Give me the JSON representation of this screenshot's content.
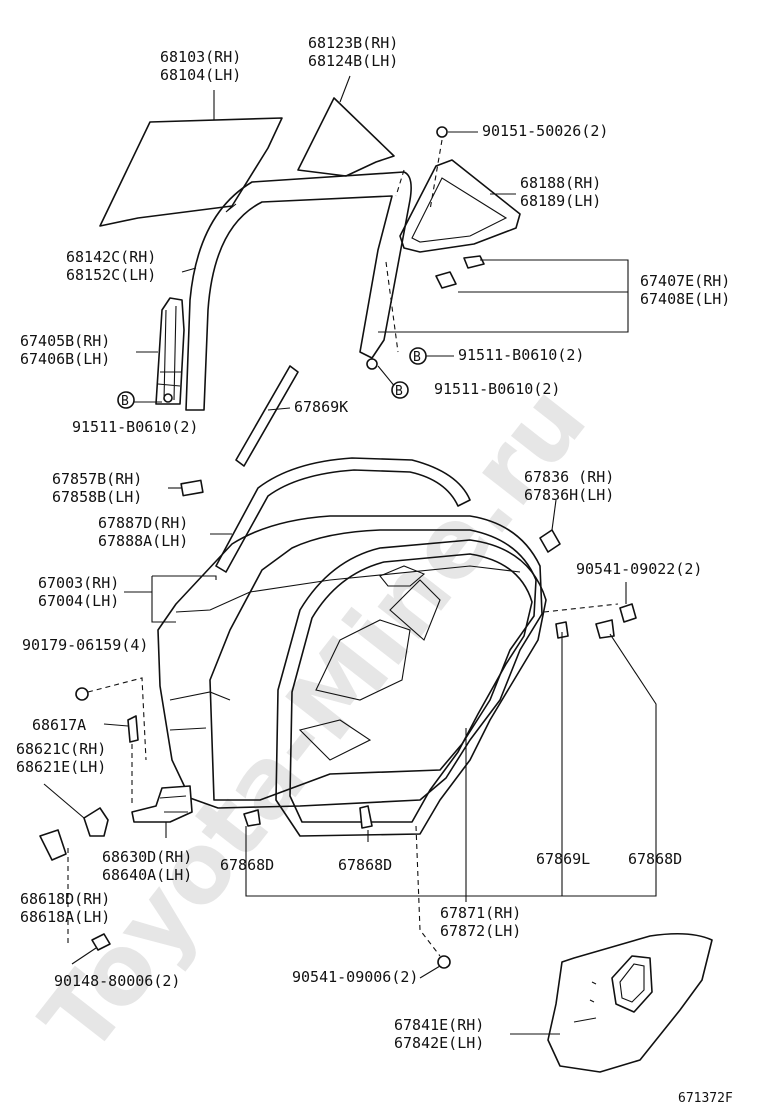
{
  "watermark": "Toyota-Mine.ru",
  "figure_code": "671372F",
  "callout_letter": "B",
  "labels": {
    "l68103": "68103(RH)",
    "l68104": "68104(LH)",
    "l68123b": "68123B(RH)",
    "l68124b": "68124B(LH)",
    "l90151": "90151-50026(2)",
    "l68188": "68188(RH)",
    "l68189": "68189(LH)",
    "l68142c": "68142C(RH)",
    "l68152c": "68152C(LH)",
    "l67407e": "67407E(RH)",
    "l67408e": "67408E(LH)",
    "l67405b": "67405B(RH)",
    "l67406b": "67406B(LH)",
    "l91511a": "91511-B0610(2)",
    "l91511b": "91511-B0610(2)",
    "l91511c": "91511-B0610(2)",
    "l67869k": "67869K",
    "l67857b": "67857B(RH)",
    "l67858b": "67858B(LH)",
    "l67836": "67836 (RH)",
    "l67836h": "67836H(LH)",
    "l67887d": "67887D(RH)",
    "l67888a": "67888A(LH)",
    "l67003": "67003(RH)",
    "l67004": "67004(LH)",
    "l90541a": "90541-09022(2)",
    "l90179": "90179-06159(4)",
    "l68617a": "68617A",
    "l68621c": "68621C(RH)",
    "l68621e": "68621E(LH)",
    "l68630d": "68630D(RH)",
    "l68640a": "68640A(LH)",
    "l67868d1": "67868D",
    "l67868d2": "67868D",
    "l67868d3": "67868D",
    "l67869l": "67869L",
    "l68618d": "68618D(RH)",
    "l68618a": "68618A(LH)",
    "l67871": "67871(RH)",
    "l67872": "67872(LH)",
    "l90148": "90148-80006(2)",
    "l90541b": "90541-09006(2)",
    "l67841e": "67841E(RH)",
    "l67842e": "67842E(LH)"
  }
}
